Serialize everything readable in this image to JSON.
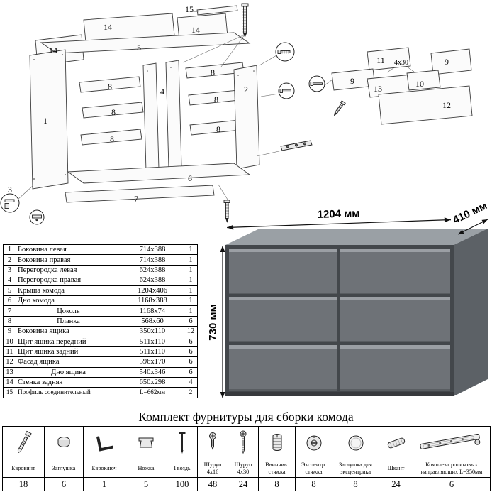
{
  "product": {
    "width": "1204 мм",
    "depth": "410 мм",
    "height": "730 мм"
  },
  "exploded_main": {
    "labels": [
      "15",
      "14",
      "14",
      "14",
      "5",
      "1",
      "4",
      "2",
      "8",
      "8",
      "8",
      "8",
      "8",
      "8",
      "6",
      "3",
      "7"
    ]
  },
  "exploded_drawer": {
    "labels": [
      "11",
      "9",
      "4x30",
      "9",
      "13",
      "10",
      "12"
    ]
  },
  "parts_table": {
    "rows": [
      {
        "num": "1",
        "name": "Боковина левая",
        "size": "714x388",
        "qty": "1"
      },
      {
        "num": "2",
        "name": "Боковина правая",
        "size": "714x388",
        "qty": "1"
      },
      {
        "num": "3",
        "name": "Перегородка левая",
        "size": "624x388",
        "qty": "1"
      },
      {
        "num": "4",
        "name": "Перегородка правая",
        "size": "624x388",
        "qty": "1"
      },
      {
        "num": "5",
        "name": "Крыша комода",
        "size": "1204x406",
        "qty": "1"
      },
      {
        "num": "6",
        "name": "Дно комода",
        "size": "1168x388",
        "qty": "1"
      },
      {
        "num": "7",
        "name": "Цоколь",
        "size": "1168x74",
        "qty": "1"
      },
      {
        "num": "8",
        "name": "Планка",
        "size": "568x60",
        "qty": "6"
      },
      {
        "num": "9",
        "name": "Боковина ящика",
        "size": "350x110",
        "qty": "12"
      },
      {
        "num": "10",
        "name": "Щит ящика передний",
        "size": "511x110",
        "qty": "6"
      },
      {
        "num": "11",
        "name": "Щит ящика задний",
        "size": "511x110",
        "qty": "6"
      },
      {
        "num": "12",
        "name": "Фасад ящика",
        "size": "596x170",
        "qty": "6"
      },
      {
        "num": "13",
        "name": "Дно ящика",
        "size": "540x346",
        "qty": "6"
      },
      {
        "num": "14",
        "name": "Стенка задняя",
        "size": "650x298",
        "qty": "4"
      },
      {
        "num": "15",
        "name": "Профиль соединительный",
        "size": "L=662мм",
        "qty": "2"
      }
    ]
  },
  "hardware": {
    "title": "Комплект фурнитуры для сборки комода",
    "items": [
      {
        "name": "Евровинт",
        "qty": "18"
      },
      {
        "name": "Заглушка",
        "qty": "6"
      },
      {
        "name": "Евроключ",
        "qty": "1"
      },
      {
        "name": "Ножка",
        "qty": "5"
      },
      {
        "name": "Гвоздь",
        "qty": "100"
      },
      {
        "name": "Шуруп 4x16",
        "qty": "48"
      },
      {
        "name": "Шуруп 4x30",
        "qty": "24"
      },
      {
        "name": "Ввинчив. стяжка",
        "qty": "8"
      },
      {
        "name": "Эксцентр. стяжка",
        "qty": "8"
      },
      {
        "name": "Заглушка для эксцентрика",
        "qty": "8"
      },
      {
        "name": "Шкант",
        "qty": "24"
      },
      {
        "name": "Комплект роликовых направляющих L=350мм",
        "qty": "6"
      }
    ]
  }
}
